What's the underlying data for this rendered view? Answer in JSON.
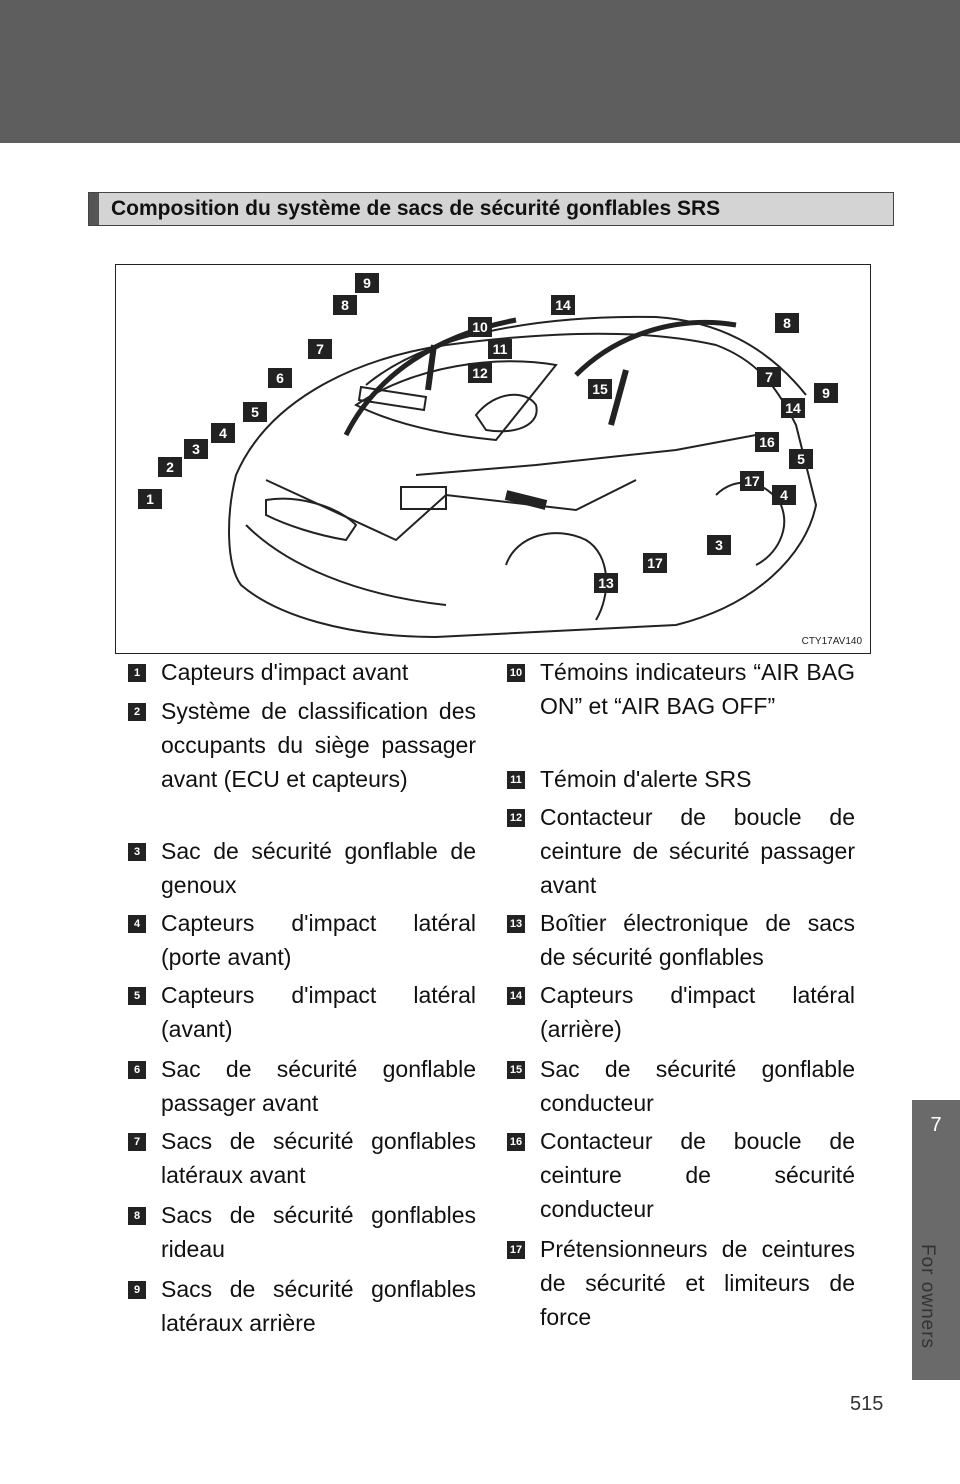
{
  "page": {
    "number": "515"
  },
  "side_tab": {
    "chapter": "7",
    "label": "For owners"
  },
  "section": {
    "heading": "Composition du système de sacs de sécurité gonflables SRS"
  },
  "figure": {
    "code": "CTY17AV140",
    "callouts": [
      "9",
      "8",
      "14",
      "10",
      "8",
      "7",
      "11",
      "6",
      "12",
      "7",
      "15",
      "9",
      "5",
      "14",
      "4",
      "16",
      "3",
      "5",
      "2",
      "17",
      "4",
      "1",
      "3",
      "17",
      "13"
    ]
  },
  "legend": {
    "left": [
      {
        "num": "1",
        "text": "Capteurs d'impact avant"
      },
      {
        "num": "2",
        "text": "Système de classification des occupants  du siège passager avant (ECU et capteurs)"
      },
      {
        "num": "3",
        "text": "Sac de sécurité gonflable de genoux"
      },
      {
        "num": "4",
        "text": "Capteurs d'impact latéral (porte avant)"
      },
      {
        "num": "5",
        "text": "Capteurs d'impact latéral (avant)"
      },
      {
        "num": "6",
        "text": "Sac de sécurité gonflable passager avant"
      },
      {
        "num": "7",
        "text": "Sacs de sécurité gonflables latéraux avant"
      },
      {
        "num": "8",
        "text": "Sacs de sécurité gonflables rideau"
      },
      {
        "num": "9",
        "text": "Sacs de sécurité gonflables latéraux arrière"
      }
    ],
    "right": [
      {
        "num": "10",
        "text": "Témoins indicateurs “AIR BAG ON” et “AIR BAG OFF”"
      },
      {
        "num": "11",
        "text": "Témoin d'alerte SRS"
      },
      {
        "num": "12",
        "text": "Contacteur de boucle de ceinture de sécurité passager avant"
      },
      {
        "num": "13",
        "text": "Boîtier électronique de sacs de sécurité gonflables"
      },
      {
        "num": "14",
        "text": "Capteurs d'impact latéral (arrière)"
      },
      {
        "num": "15",
        "text": "Sac de sécurité gonflable conducteur"
      },
      {
        "num": "16",
        "text": "Contacteur de boucle de ceinture de sécurité conducteur"
      },
      {
        "num": "17",
        "text": "Prétensionneurs de ceintures de sécurité et limiteurs de force"
      }
    ]
  }
}
